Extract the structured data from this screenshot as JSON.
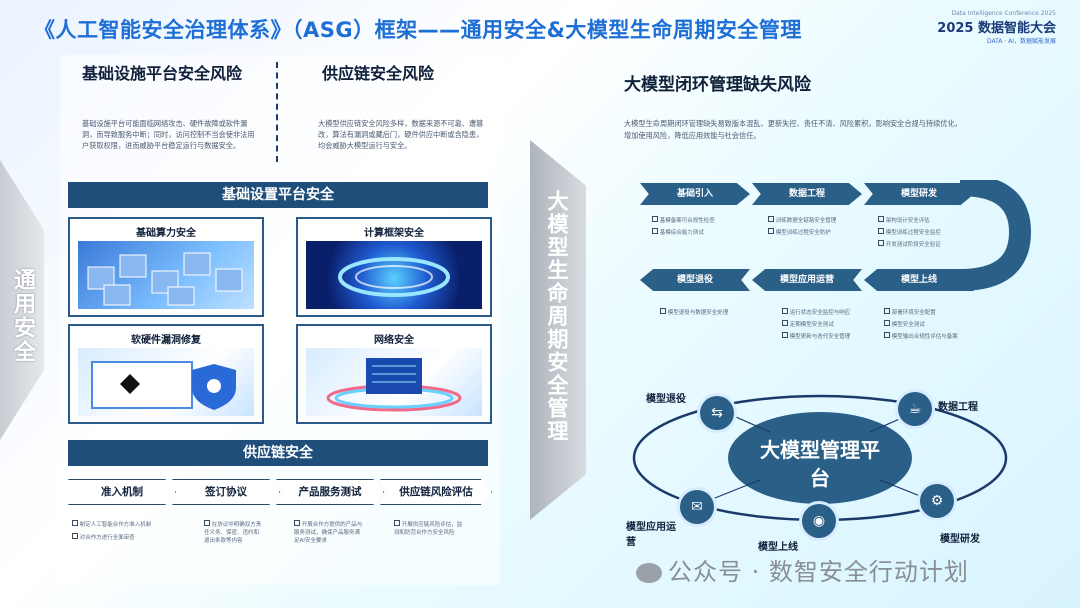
{
  "title": "《人工智能安全治理体系》（ASG）框架——通用安全&大模型生命周期安全管理",
  "logo": {
    "small": "Data Intelligence Conference 2025",
    "big": "2025 数据智能大会",
    "sub": "DATA · AI，数据赋能发展"
  },
  "left_vertical": "通用安全",
  "mid_vertical": "大模型生命周期安全管理",
  "infra_section": {
    "title": "基础设施平台安全风险",
    "text": "基础设施平台可能面临网络攻击、硬件故障或软件漏洞，而导致服务中断；同时，访问控制不当会使非法用户获取权限，进而威胁平台稳定运行与数据安全。"
  },
  "supply_section": {
    "title": "供应链安全风险",
    "text": "大模型供应链安全风险多样，数据来源不可靠、遭篡改，算法有漏洞或藏后门，硬件供应中断或含隐患，均会威胁大模型运行与安全。"
  },
  "infra_bar": "基础设置平台安全",
  "cards": [
    {
      "label": "基础算力安全"
    },
    {
      "label": "计算框架安全"
    },
    {
      "label": "软硬件漏洞修复"
    },
    {
      "label": "网络安全"
    }
  ],
  "supply_bar": "供应链安全",
  "supply_steps": [
    {
      "label": "准入机制",
      "items": [
        "制定人工智能合作方准入机制",
        "对合作方进行全面审查"
      ]
    },
    {
      "label": "签订协议",
      "items": [
        "在协议中明确双方责任义务、保密、违约和退出条款等内容"
      ]
    },
    {
      "label": "产品服务测试",
      "items": [
        "开展合作方提供的产品与服务测试，确保产品服务满足AI安全要求"
      ]
    },
    {
      "label": "供应链风险评估",
      "items": [
        "开展供应链风险评估，监测和防范合作方安全风险"
      ]
    }
  ],
  "right_section": {
    "title": "大模型闭环管理缺失风险",
    "text": "大模型生命周期闭环管理缺失易致版本混乱、更新失控、责任不清、风险累积，影响安全合规与持续优化，增加使用风险，降低应用效能与社会信任。"
  },
  "lifecycle_top": [
    {
      "label": "基础引入",
      "items": [
        "基模备案可合规性检查",
        "基模综合能力测试"
      ]
    },
    {
      "label": "数据工程",
      "items": [
        "训练数据全链路安全管理",
        "模型训练过程安全防护"
      ]
    },
    {
      "label": "模型研发",
      "items": [
        "架构设计安全评估",
        "模型训练过程安全监控",
        "开发测试阶段安全验证"
      ]
    }
  ],
  "lifecycle_bottom": [
    {
      "label": "模型退役",
      "items": [
        "模型退役与数据安全处理"
      ]
    },
    {
      "label": "模型应用运营",
      "items": [
        "运行状态安全监控与响应",
        "定期模型安全测试",
        "模型更新与迭代安全管理"
      ]
    },
    {
      "label": "模型上线",
      "items": [
        "部署环境安全配置",
        "模型安全测试",
        "模型输出合规性评估与备案"
      ]
    }
  ],
  "cycle": {
    "center": "大模型管理平台",
    "nodes": [
      "模型退役",
      "数据工程",
      "模型研发",
      "模型上线",
      "模型应用运营"
    ]
  },
  "watermark": "公众号 · 数智安全行动计划"
}
